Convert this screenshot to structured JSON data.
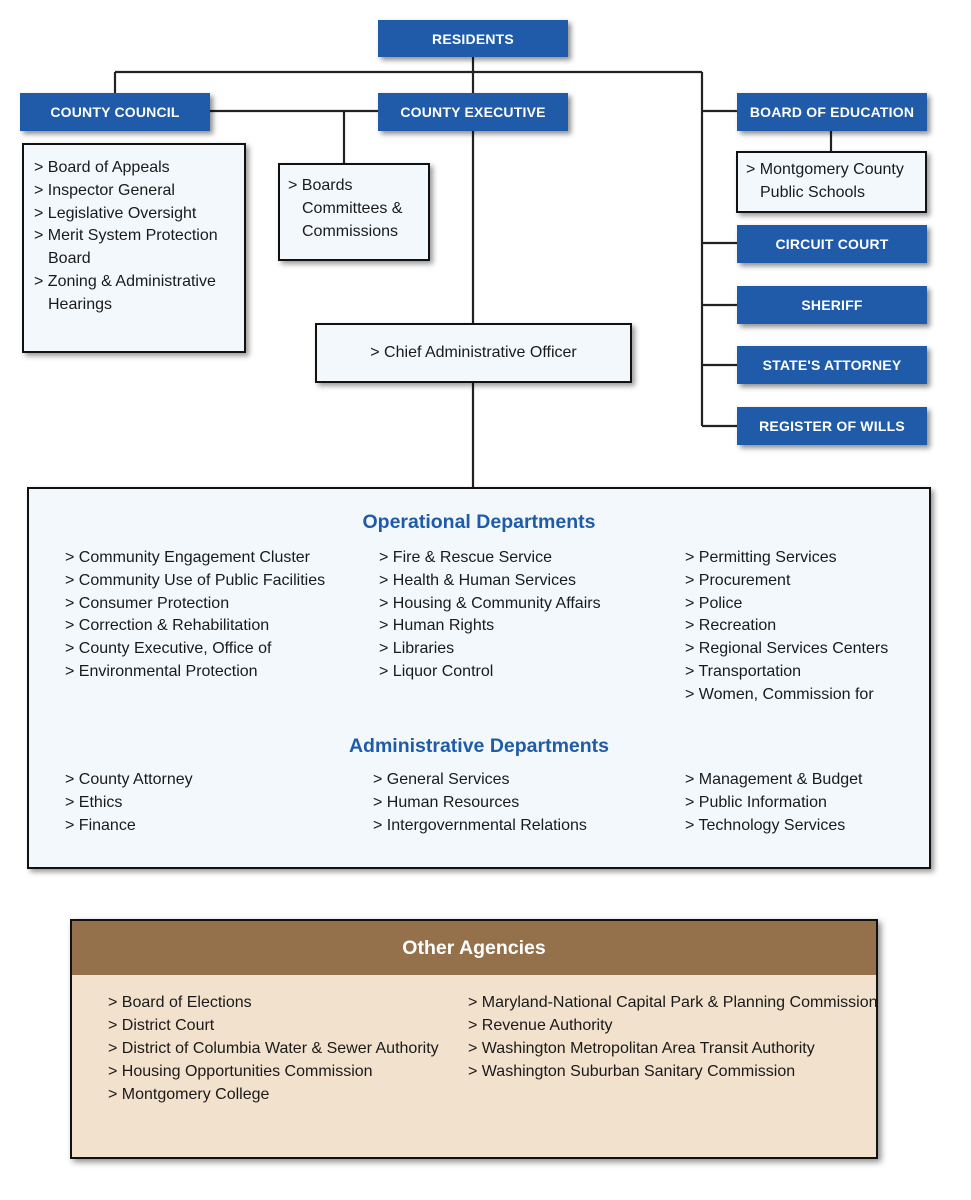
{
  "colors": {
    "header_blue": "#1f5ba8",
    "box_fill": "#f2f8fc",
    "agencies_header": "#94714a",
    "agencies_fill": "#f2e1cc"
  },
  "residents": "RESIDENTS",
  "county_council": {
    "title": "COUNTY COUNCIL",
    "items": [
      "Board of Appeals",
      "Inspector General",
      "Legislative Oversight",
      "Merit System Protection Board",
      "Zoning & Administrative Hearings"
    ]
  },
  "county_executive": {
    "title": "COUNTY EXECUTIVE",
    "boards": "Boards Committees & Commissions",
    "cao": "> Chief Administrative Officer"
  },
  "board_of_education": {
    "title": "BOARD OF EDUCATION",
    "items": [
      "Montgomery County Public Schools"
    ]
  },
  "right_offices": [
    "CIRCUIT COURT",
    "SHERIFF",
    "STATE'S ATTORNEY",
    "REGISTER OF WILLS"
  ],
  "operational": {
    "title": "Operational Departments",
    "columns": [
      [
        "Community Engagement Cluster",
        "Community Use of Public Facilities",
        "Consumer Protection",
        "Correction & Rehabilitation",
        "County Executive, Office of",
        "Environmental Protection"
      ],
      [
        "Fire & Rescue Service",
        "Health & Human Services",
        "Housing & Community Affairs",
        "Human Rights",
        "Libraries",
        "Liquor Control"
      ],
      [
        "Permitting Services",
        "Procurement",
        "Police",
        "Recreation",
        "Regional Services Centers",
        "Transportation",
        "Women, Commission for"
      ]
    ]
  },
  "administrative": {
    "title": "Administrative Departments",
    "columns": [
      [
        "County Attorney",
        "Ethics",
        "Finance"
      ],
      [
        "General Services",
        "Human Resources",
        "Intergovernmental Relations"
      ],
      [
        "Management & Budget",
        "Public Information",
        "Technology Services"
      ]
    ]
  },
  "other_agencies": {
    "title": "Other Agencies",
    "columns": [
      [
        "Board of Elections",
        "District Court",
        "District of Columbia Water & Sewer Authority",
        "Housing Opportunities Commission",
        "Montgomery College"
      ],
      [
        "Maryland-National Capital Park & Planning Commission",
        "Revenue Authority",
        "Washington Metropolitan Area Transit Authority",
        "Washington Suburban Sanitary Commission"
      ]
    ]
  }
}
